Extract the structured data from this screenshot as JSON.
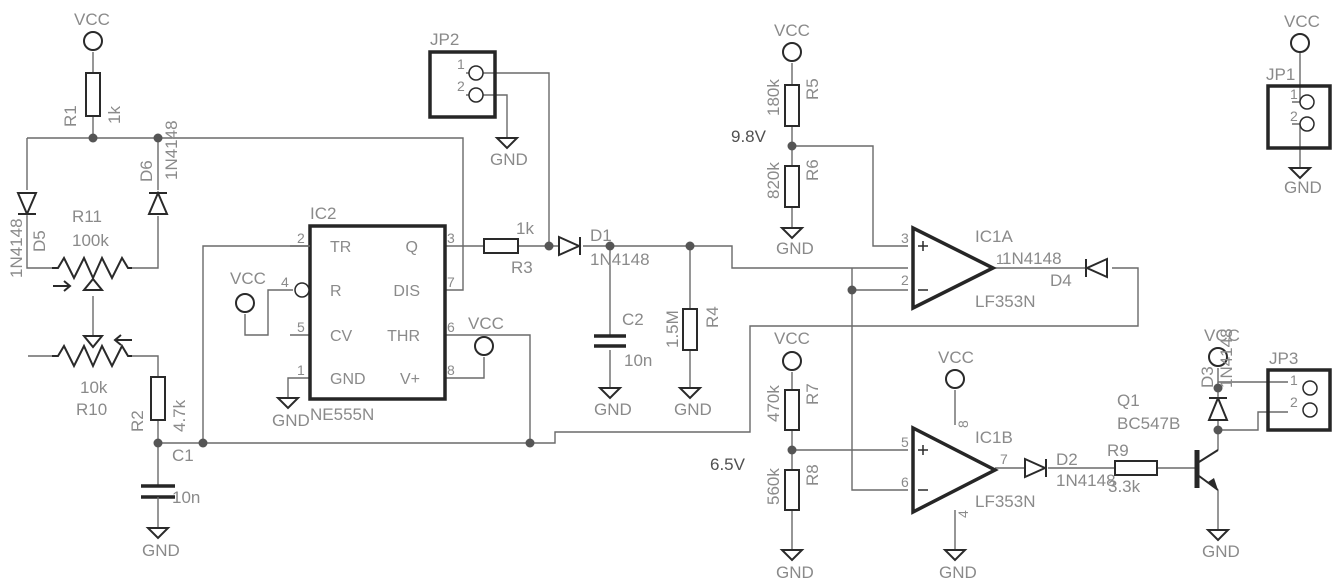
{
  "diagram": {
    "type": "electronic-schematic",
    "nets": {
      "vcc": "VCC",
      "gnd": "GND"
    },
    "components": {
      "R1": {
        "ref": "R1",
        "value": "1k"
      },
      "R2": {
        "ref": "R2",
        "value": "4.7k"
      },
      "R3": {
        "ref": "R3",
        "value": "1k"
      },
      "R4": {
        "ref": "R4",
        "value": "1.5M"
      },
      "R5": {
        "ref": "R5",
        "value": "180k"
      },
      "R6": {
        "ref": "R6",
        "value": "820k"
      },
      "R7": {
        "ref": "R7",
        "value": "470k"
      },
      "R8": {
        "ref": "R8",
        "value": "560k"
      },
      "R9": {
        "ref": "R9",
        "value": "3.3k"
      },
      "R10": {
        "ref": "R10",
        "value": "10k"
      },
      "R11": {
        "ref": "R11",
        "value": "100k"
      },
      "C1": {
        "ref": "C1",
        "value": "10n"
      },
      "C2": {
        "ref": "C2",
        "value": "10n"
      },
      "D1": {
        "ref": "D1",
        "value": "1N4148"
      },
      "D2": {
        "ref": "D2",
        "value": "1N4148"
      },
      "D3": {
        "ref": "D3",
        "value": "1N4148"
      },
      "D4": {
        "ref": "D4",
        "value": "1N4148"
      },
      "D5": {
        "ref": "D5",
        "value": "1N4148"
      },
      "D6": {
        "ref": "D6",
        "value": "1N4148"
      },
      "Q1": {
        "ref": "Q1",
        "value": "BC547B"
      },
      "IC1A": {
        "ref": "IC1A",
        "value": "LF353N",
        "pins": {
          "noninv": "3",
          "inv": "2",
          "out": "1"
        }
      },
      "IC1B": {
        "ref": "IC1B",
        "value": "LF353N",
        "pins": {
          "noninv": "5",
          "inv": "6",
          "out": "7",
          "vplus": "8",
          "vminus": "4"
        }
      },
      "IC2": {
        "ref": "IC2",
        "value": "NE555N",
        "left_pins": [
          {
            "num": "2",
            "name": "TR"
          },
          {
            "num": "4",
            "name": "R"
          },
          {
            "num": "5",
            "name": "CV"
          },
          {
            "num": "1",
            "name": "GND"
          }
        ],
        "right_pins": [
          {
            "num": "3",
            "name": "Q"
          },
          {
            "num": "7",
            "name": "DIS"
          },
          {
            "num": "6",
            "name": "THR"
          },
          {
            "num": "8",
            "name": "V+"
          }
        ]
      },
      "JP1": {
        "ref": "JP1",
        "pins": [
          "1",
          "2"
        ]
      },
      "JP2": {
        "ref": "JP2",
        "pins": [
          "1",
          "2"
        ]
      },
      "JP3": {
        "ref": "JP3",
        "pins": [
          "1",
          "2"
        ]
      }
    },
    "annotations": {
      "ref_high": "9.8V",
      "ref_low": "6.5V"
    }
  }
}
